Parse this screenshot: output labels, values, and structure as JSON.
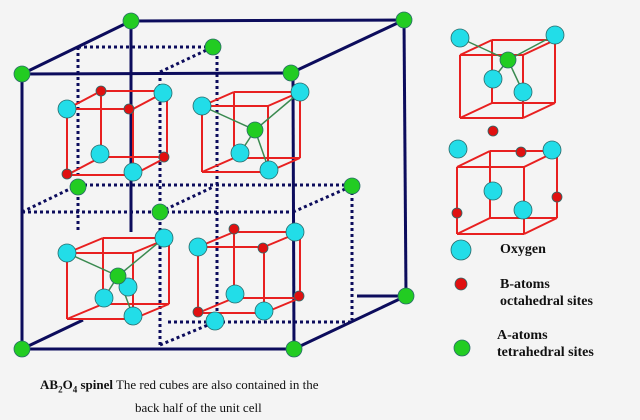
{
  "legend": {
    "oxygen": "Oxygen",
    "b_atoms": "B-atoms",
    "b_sites": "octahedral sites",
    "a_atoms": "A-atoms",
    "a_sites": "tetrahedral sites"
  },
  "caption": {
    "formula_a": "AB",
    "formula_sub1": "2",
    "formula_o": "O",
    "formula_sub2": "4",
    "formula_word": " spinel",
    "text_line1": "The red cubes are also contained in the",
    "text_line2": "back half of the unit cell"
  },
  "colors": {
    "oxygen": "#22dde8",
    "b_atom": "#e01010",
    "a_atom": "#22cc22",
    "cell": "#0c0c5c",
    "subcube": "#e82020",
    "bond": "#3a8a50"
  }
}
